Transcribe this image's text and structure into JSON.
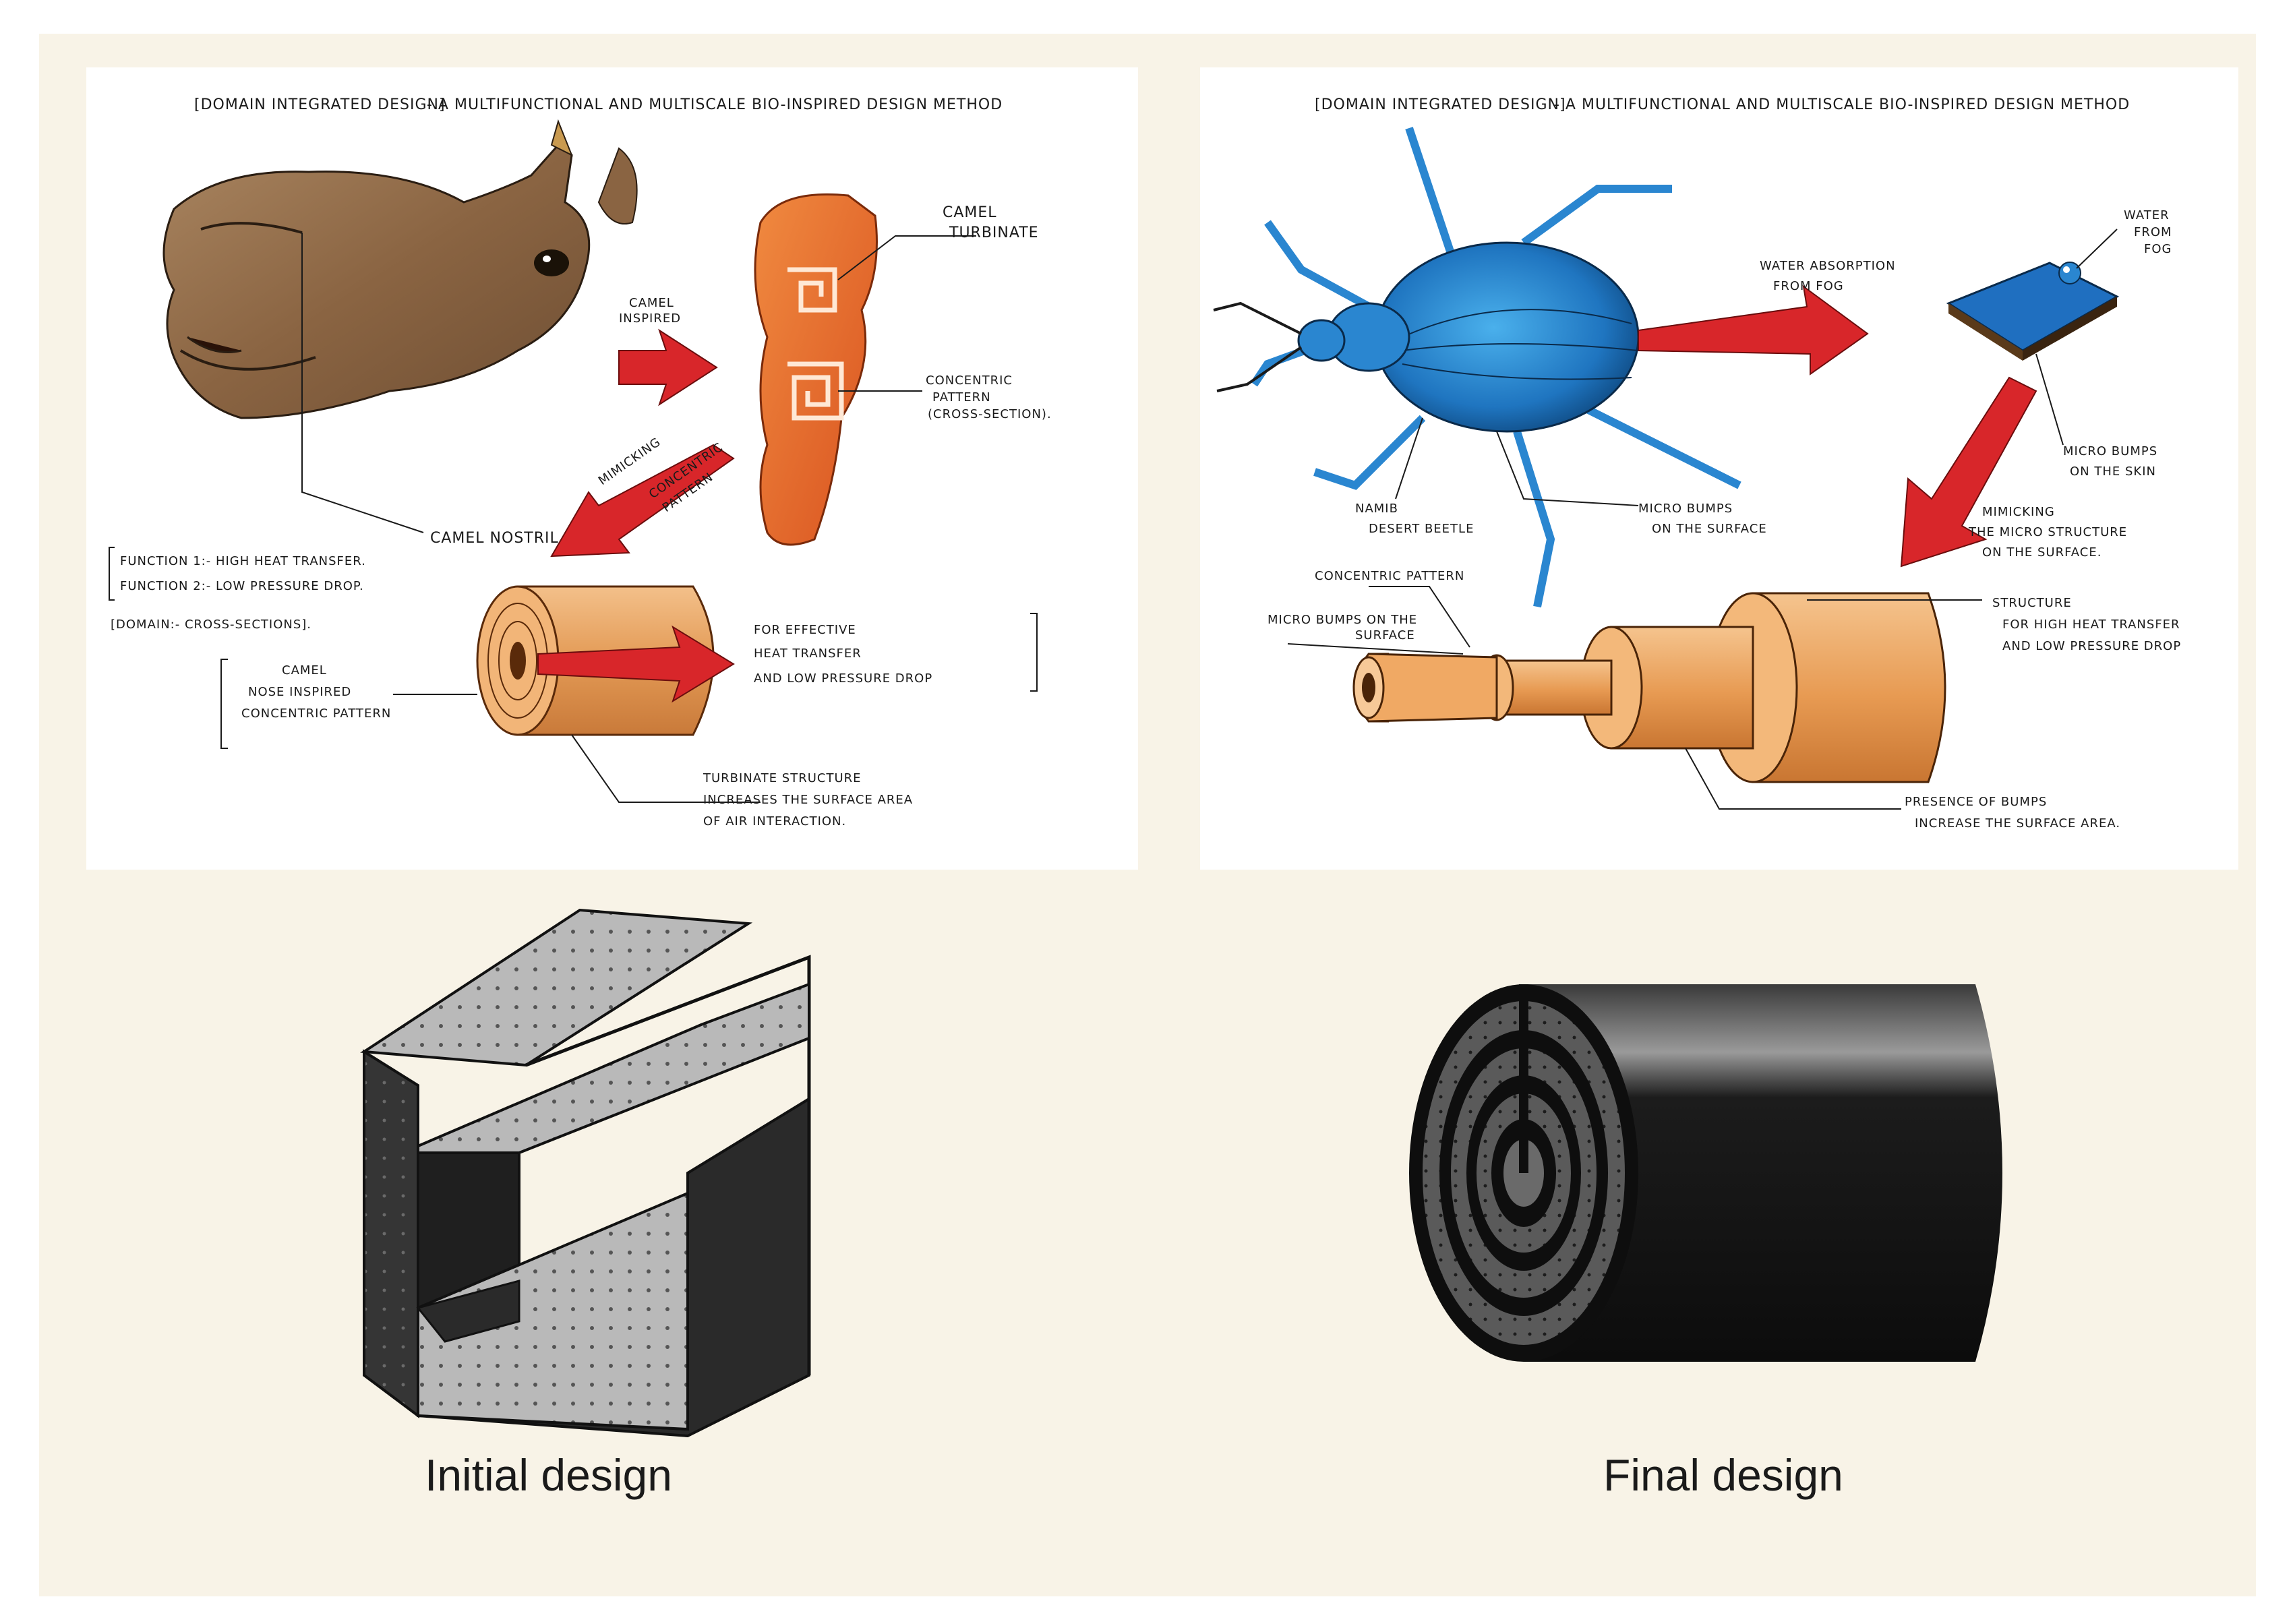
{
  "left_sketch": {
    "title_bracket": "[DOMAIN INTEGRATED DESIGN]",
    "title_rest": "- A MULTIFUNCTIONAL AND MULTISCALE BIO-INSPIRED DESIGN METHOD",
    "camel_inspired": [
      "CAMEL",
      "INSPIRED"
    ],
    "camel_turbinate": [
      "CAMEL",
      "TURBINATE"
    ],
    "concentric_pattern_cs": [
      "CONCENTRIC",
      "PATTERN",
      "(CROSS-SECTION)."
    ],
    "mimicking": "MIMICKING",
    "mimicking_sub": [
      "CONCENTRIC",
      "PATTERN"
    ],
    "camel_nostril": "CAMEL NOSTRIL",
    "function_1": "FUNCTION 1:- HIGH HEAT TRANSFER.",
    "function_2": "FUNCTION 2:- LOW PRESSURE DROP.",
    "domain": "[DOMAIN:- CROSS-SECTIONS].",
    "camel_nose": [
      "CAMEL",
      "NOSE INSPIRED",
      "CONCENTRIC PATTERN"
    ],
    "effective": [
      "FOR EFFECTIVE",
      "HEAT TRANSFER",
      "AND LOW PRESSURE DROP"
    ],
    "turbinate_structure": [
      "TURBINATE STRUCTURE",
      "INCREASES THE SURFACE AREA",
      "OF AIR INTERACTION."
    ]
  },
  "right_sketch": {
    "title_bracket": "[DOMAIN INTEGRATED DESIGN]",
    "title_rest": "- A MULTIFUNCTIONAL AND MULTISCALE BIO-INSPIRED DESIGN METHOD",
    "water_absorption": [
      "WATER ABSORPTION",
      "FROM FOG"
    ],
    "water_from_fog": [
      "WATER",
      "FROM",
      "FOG"
    ],
    "micro_bumps_skin": [
      "MICRO BUMPS",
      "ON THE SKIN"
    ],
    "namib": [
      "NAMIB",
      "DESERT BEETLE"
    ],
    "micro_bumps_surface": [
      "MICRO BUMPS",
      "ON THE SURFACE"
    ],
    "mimicking": [
      "MIMICKING",
      "THE MICRO STRUCTURE",
      "ON THE SURFACE."
    ],
    "concentric_pattern": "CONCENTRIC PATTERN",
    "micro_bumps_on_surface": [
      "MICRO BUMPS ON THE",
      "SURFACE"
    ],
    "structure": [
      "STRUCTURE",
      "FOR HIGH HEAT TRANSFER",
      "AND LOW PRESSURE DROP"
    ],
    "presence": [
      "PRESENCE OF BUMPS",
      "INCREASE THE SURFACE AREA."
    ]
  },
  "captions": {
    "initial": "Initial design",
    "final": "Final design"
  },
  "colors": {
    "background": "#f8f3e7",
    "arrow_red": "#d8262a",
    "beetle_blue": "#2a86d0",
    "tube_orange": "#e8a25a",
    "render_dark": "#1b1b1b"
  }
}
